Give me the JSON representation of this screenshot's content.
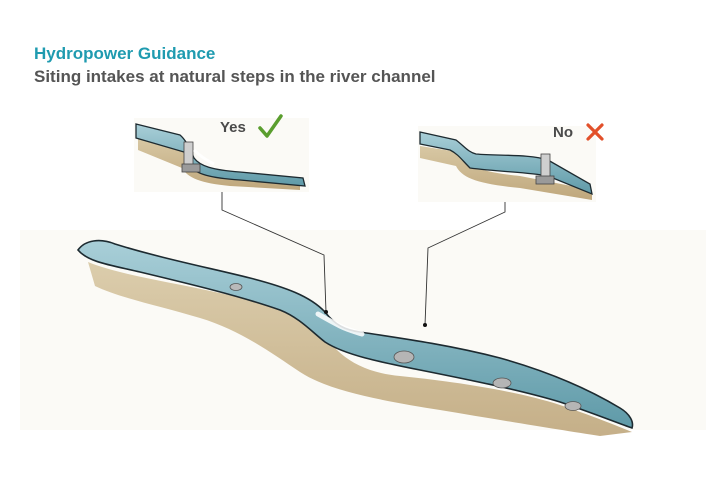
{
  "header": {
    "title": "Hydropower Guidance",
    "subtitle": "Siting intakes at natural steps in the river channel"
  },
  "insets": {
    "good": {
      "label": "Yes",
      "icon": "check-icon"
    },
    "bad": {
      "label": "No",
      "icon": "cross-icon"
    }
  },
  "colors": {
    "title": "#1f9bb0",
    "subtitle": "#555555",
    "water": "#6fa8b5",
    "water_light": "#a9cfd8",
    "bank": "#c9b48c",
    "check": "#5a9e2e",
    "cross": "#e2502a"
  }
}
